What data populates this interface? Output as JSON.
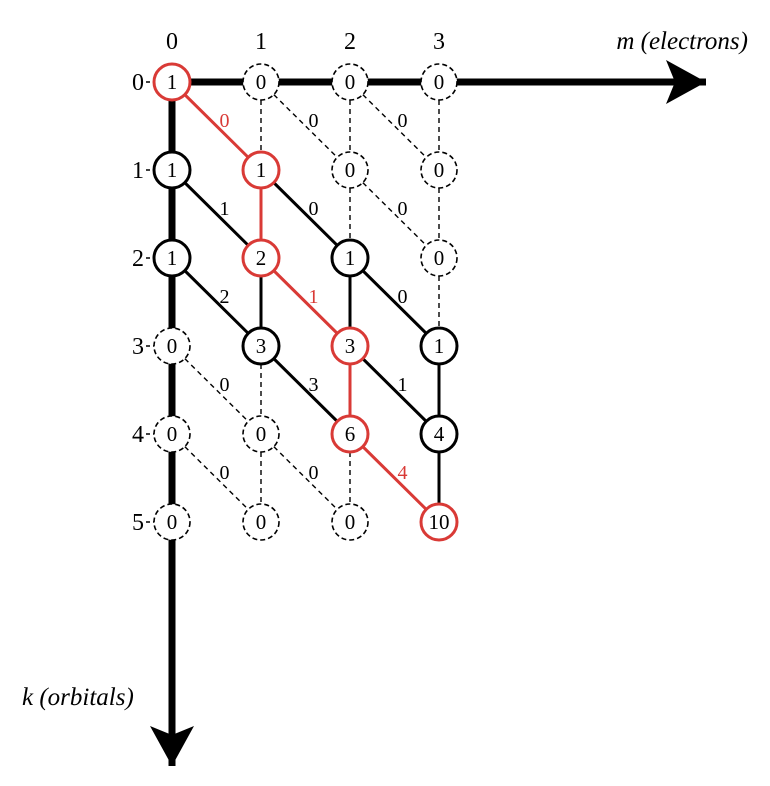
{
  "axes": {
    "m": {
      "label_var": "m",
      "label_text": "(electrons)",
      "ticks": [
        "0",
        "1",
        "2",
        "3"
      ]
    },
    "k": {
      "label_var": "k",
      "label_text": "(orbitals)",
      "ticks": [
        "0",
        "1",
        "2",
        "3",
        "4",
        "5"
      ]
    }
  },
  "colors": {
    "highlight": "#d93a36",
    "normal": "#000000",
    "background": "#ffffff"
  },
  "nodes": [
    {
      "k": 0,
      "m": 0,
      "value": "1",
      "style": "red"
    },
    {
      "k": 0,
      "m": 1,
      "value": "0",
      "style": "dashed"
    },
    {
      "k": 0,
      "m": 2,
      "value": "0",
      "style": "dashed"
    },
    {
      "k": 0,
      "m": 3,
      "value": "0",
      "style": "dashed"
    },
    {
      "k": 1,
      "m": 0,
      "value": "1",
      "style": "solid"
    },
    {
      "k": 1,
      "m": 1,
      "value": "1",
      "style": "red"
    },
    {
      "k": 1,
      "m": 2,
      "value": "0",
      "style": "dashed"
    },
    {
      "k": 1,
      "m": 3,
      "value": "0",
      "style": "dashed"
    },
    {
      "k": 2,
      "m": 0,
      "value": "1",
      "style": "solid"
    },
    {
      "k": 2,
      "m": 1,
      "value": "2",
      "style": "red"
    },
    {
      "k": 2,
      "m": 2,
      "value": "1",
      "style": "solid"
    },
    {
      "k": 2,
      "m": 3,
      "value": "0",
      "style": "dashed"
    },
    {
      "k": 3,
      "m": 0,
      "value": "0",
      "style": "dashed"
    },
    {
      "k": 3,
      "m": 1,
      "value": "3",
      "style": "solid"
    },
    {
      "k": 3,
      "m": 2,
      "value": "3",
      "style": "red"
    },
    {
      "k": 3,
      "m": 3,
      "value": "1",
      "style": "solid"
    },
    {
      "k": 4,
      "m": 0,
      "value": "0",
      "style": "dashed"
    },
    {
      "k": 4,
      "m": 1,
      "value": "0",
      "style": "dashed"
    },
    {
      "k": 4,
      "m": 2,
      "value": "6",
      "style": "red"
    },
    {
      "k": 4,
      "m": 3,
      "value": "4",
      "style": "solid"
    },
    {
      "k": 5,
      "m": 0,
      "value": "0",
      "style": "dashed"
    },
    {
      "k": 5,
      "m": 1,
      "value": "0",
      "style": "dashed"
    },
    {
      "k": 5,
      "m": 2,
      "value": "0",
      "style": "dashed"
    },
    {
      "k": 5,
      "m": 3,
      "value": "10",
      "style": "red"
    }
  ],
  "vertical_edges": [
    {
      "k": 0,
      "m": 1,
      "style": "dashed"
    },
    {
      "k": 0,
      "m": 2,
      "style": "dashed"
    },
    {
      "k": 0,
      "m": 3,
      "style": "dashed"
    },
    {
      "k": 1,
      "m": 1,
      "style": "red"
    },
    {
      "k": 1,
      "m": 2,
      "style": "dashed"
    },
    {
      "k": 1,
      "m": 3,
      "style": "dashed"
    },
    {
      "k": 2,
      "m": 1,
      "style": "solid"
    },
    {
      "k": 2,
      "m": 2,
      "style": "solid"
    },
    {
      "k": 2,
      "m": 3,
      "style": "dashed"
    },
    {
      "k": 3,
      "m": 1,
      "style": "dashed"
    },
    {
      "k": 3,
      "m": 2,
      "style": "red"
    },
    {
      "k": 3,
      "m": 3,
      "style": "solid"
    },
    {
      "k": 4,
      "m": 1,
      "style": "dashed"
    },
    {
      "k": 4,
      "m": 2,
      "style": "dashed"
    },
    {
      "k": 4,
      "m": 3,
      "style": "solid"
    }
  ],
  "diagonal_edges": [
    {
      "k": 0,
      "m": 0,
      "label": "0",
      "style": "red"
    },
    {
      "k": 0,
      "m": 1,
      "label": "0",
      "style": "dashed"
    },
    {
      "k": 0,
      "m": 2,
      "label": "0",
      "style": "dashed"
    },
    {
      "k": 1,
      "m": 0,
      "label": "1",
      "style": "solid"
    },
    {
      "k": 1,
      "m": 1,
      "label": "0",
      "style": "solid"
    },
    {
      "k": 1,
      "m": 2,
      "label": "0",
      "style": "dashed"
    },
    {
      "k": 2,
      "m": 0,
      "label": "2",
      "style": "solid"
    },
    {
      "k": 2,
      "m": 1,
      "label": "1",
      "style": "red"
    },
    {
      "k": 2,
      "m": 2,
      "label": "0",
      "style": "solid"
    },
    {
      "k": 3,
      "m": 0,
      "label": "0",
      "style": "dashed"
    },
    {
      "k": 3,
      "m": 1,
      "label": "3",
      "style": "solid"
    },
    {
      "k": 3,
      "m": 2,
      "label": "1",
      "style": "solid"
    },
    {
      "k": 4,
      "m": 0,
      "label": "0",
      "style": "dashed"
    },
    {
      "k": 4,
      "m": 1,
      "label": "0",
      "style": "dashed"
    },
    {
      "k": 4,
      "m": 2,
      "label": "4",
      "style": "red"
    }
  ]
}
